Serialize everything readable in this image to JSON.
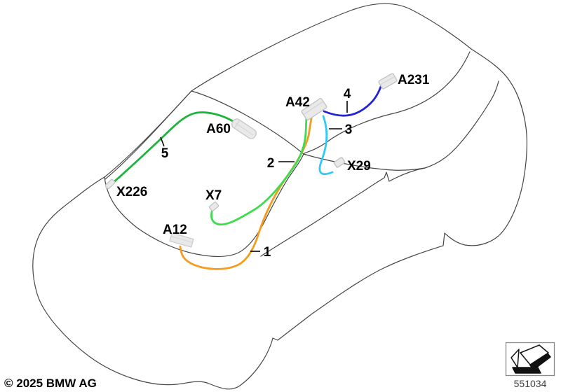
{
  "labels": {
    "a42": "A42",
    "a231": "A231",
    "a60": "A60",
    "x226": "X226",
    "x7": "X7",
    "a12": "A12",
    "x29": "X29"
  },
  "callouts": {
    "c1": "1",
    "c2": "2",
    "c3": "3",
    "c4": "4",
    "c5": "5"
  },
  "wires": {
    "w1": {
      "callout": "1",
      "color": "#F59B1E",
      "from": "A12",
      "to": "A42"
    },
    "w2": {
      "callout": "2",
      "color": "#3EDC4E",
      "from": "X7",
      "to": "A42"
    },
    "w3": {
      "callout": "3",
      "color": "#30C9F8",
      "from": "A42",
      "to": "X29"
    },
    "w4": {
      "callout": "4",
      "color": "#2023DB",
      "from": "A42",
      "to": "A231"
    },
    "w5": {
      "callout": "5",
      "color": "#1EB33C",
      "from": "X226",
      "to": "A60"
    }
  },
  "colors": {
    "body_outline": "#464646",
    "connector_fill": "#E9E9E9",
    "connector_stroke": "#C2C2C2",
    "leader": "#000000"
  },
  "footer": {
    "copyright": "© 2025 BMW AG",
    "image_number": "551034"
  }
}
